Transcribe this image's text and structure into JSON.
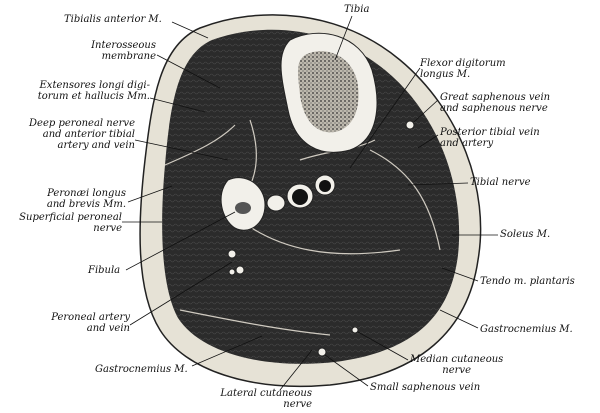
{
  "labels": {
    "tibialis_anterior": "Tibialis anterior M.",
    "interosseous_1": "Interosseous",
    "interosseous_2": "membrane",
    "extensores_1": "Extensores longi digi-",
    "extensores_2": "torum et hallucis Mm.",
    "deep_peroneal_1": "Deep peroneal nerve",
    "deep_peroneal_2": "and anterior tibial",
    "deep_peroneal_3": "artery and vein",
    "peronaei_1": "Peronæi longus",
    "peronaei_2": "and brevis Mm.",
    "superficial_peroneal_1": "Superficial peroneal",
    "superficial_peroneal_2": "nerve",
    "fibula": "Fibula",
    "peroneal_artery_1": "Peroneal artery",
    "peroneal_artery_2": "and vein",
    "gastrocnemius_left": "Gastrocnemius M.",
    "lateral_cutaneous_1": "Lateral cutaneous",
    "lateral_cutaneous_2": "nerve",
    "tibia": "Tibia",
    "flexor_digitorum_1": "Flexor digitorum",
    "flexor_digitorum_2": "longus M.",
    "great_saphenous_1": "Great saphenous vein",
    "great_saphenous_2": "and saphenous nerve",
    "posterior_tibial_1": "Posterior tibial vein",
    "posterior_tibial_2": "and artery",
    "tibial_nerve": "Tibial nerve",
    "soleus": "Soleus M.",
    "tendo_plantaris": "Tendo m. plantaris",
    "gastrocnemius_right": "Gastrocnemius M.",
    "median_cutaneous_1": "Median cutaneous",
    "median_cutaneous_2": "nerve",
    "small_saphenous": "Small saphenous vein"
  },
  "colors": {
    "skin": "#e6e2d6",
    "muscle": "#2b2b2b",
    "bone": "#f2f0ea"
  }
}
